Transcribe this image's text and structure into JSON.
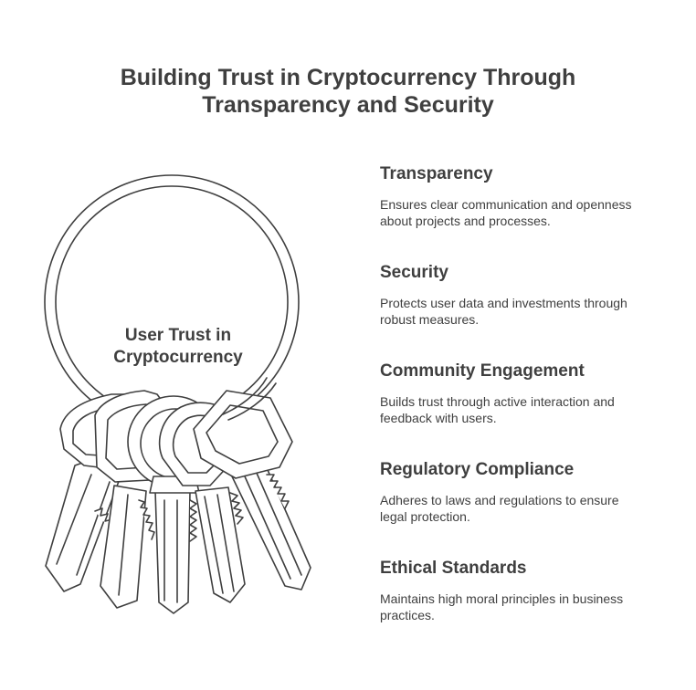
{
  "title_lines": [
    "Building Trust in Cryptocurrency Through",
    "Transparency and Security"
  ],
  "center_label_lines": [
    "User Trust in",
    "Cryptocurrency"
  ],
  "items": [
    {
      "title": "Transparency",
      "desc_lines": [
        "Ensures clear communication and openness",
        "about projects and processes."
      ]
    },
    {
      "title": "Security",
      "desc_lines": [
        "Protects user data and investments through",
        "robust measures."
      ]
    },
    {
      "title": "Community Engagement",
      "desc_lines": [
        "Builds trust through active interaction and",
        "feedback with users."
      ]
    },
    {
      "title": "Regulatory Compliance",
      "desc_lines": [
        "Adheres to laws and regulations to ensure",
        "legal protection."
      ]
    },
    {
      "title": "Ethical Standards",
      "desc_lines": [
        "Maintains high moral principles in business",
        "practices."
      ]
    }
  ],
  "colors": {
    "stroke": "#3f3f3f",
    "text": "#3f3f3f",
    "background": "#ffffff"
  }
}
